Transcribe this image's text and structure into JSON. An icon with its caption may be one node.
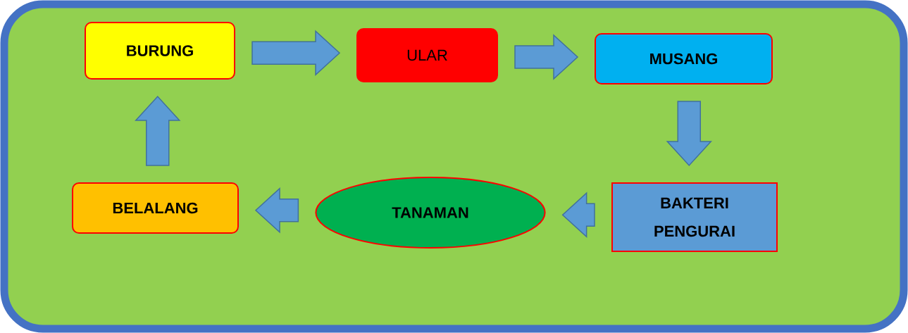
{
  "diagram": {
    "nodes": [
      {
        "text": [
          "BURUNG"
        ]
      },
      {
        "text": [
          "ULAR"
        ]
      },
      {
        "text": [
          "MUSANG"
        ]
      },
      {
        "text": [
          "BAKTERI PENGURAI"
        ]
      },
      {
        "text": [
          "TANAMAN"
        ]
      },
      {
        "text": [
          "BELALANG"
        ]
      }
    ],
    "edges": [
      {
        "from": 0,
        "to": 1,
        "arrow": "to"
      },
      {
        "from": 1,
        "to": 2,
        "arrow": "to"
      },
      {
        "from": 2,
        "to": 3,
        "arrow": "to"
      },
      {
        "from": 3,
        "to": 4,
        "arrow": "to"
      },
      {
        "from": 4,
        "to": 5,
        "arrow": "to"
      },
      {
        "from": 5,
        "to": 0,
        "arrow": "to"
      }
    ]
  }
}
